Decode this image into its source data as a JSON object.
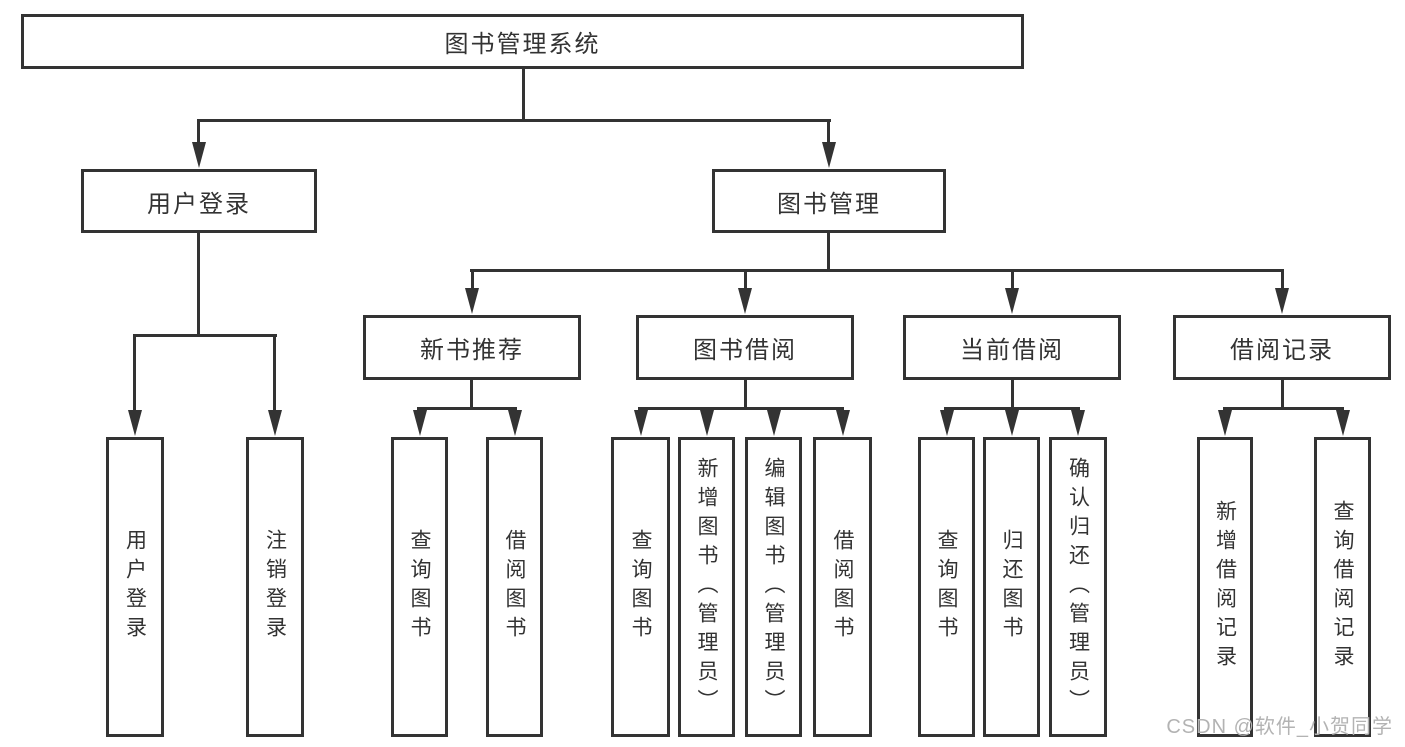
{
  "diagram": {
    "title": "图书管理系统",
    "root": {
      "label": "图书管理系统"
    },
    "branches": [
      {
        "label": "用户登录",
        "children": [
          {
            "label": "用户登录"
          },
          {
            "label": "注销登录"
          }
        ]
      },
      {
        "label": "图书管理",
        "children": [
          {
            "label": "新书推荐",
            "children": [
              {
                "label": "查询图书"
              },
              {
                "label": "借阅图书"
              }
            ]
          },
          {
            "label": "图书借阅",
            "children": [
              {
                "label": "查询图书"
              },
              {
                "label": "新增图书（管理员）"
              },
              {
                "label": "编辑图书（管理员）"
              },
              {
                "label": "借阅图书"
              }
            ]
          },
          {
            "label": "当前借阅",
            "children": [
              {
                "label": "查询图书"
              },
              {
                "label": "归还图书"
              },
              {
                "label": "确认归还（管理员）"
              }
            ]
          },
          {
            "label": "借阅记录",
            "children": [
              {
                "label": "新增借阅记录"
              },
              {
                "label": "查询借阅记录"
              }
            ]
          }
        ]
      }
    ]
  },
  "watermark": {
    "text": "CSDN @软件_小贺同学"
  },
  "colors": {
    "line": "#333333",
    "text": "#333333",
    "watermark_text": "#b3b3b3",
    "background": "#ffffff"
  }
}
